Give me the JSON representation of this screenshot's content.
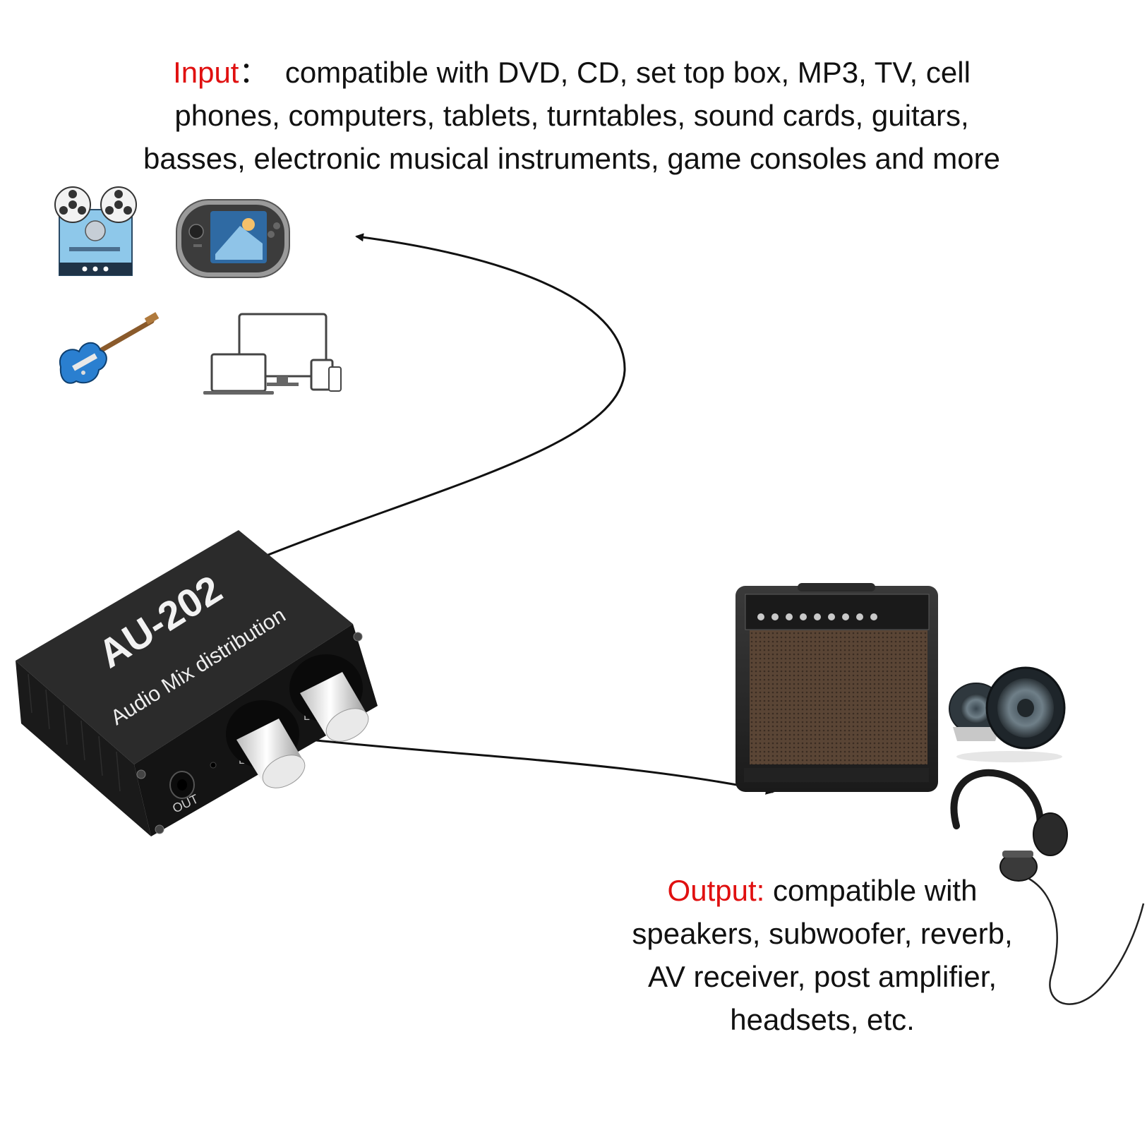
{
  "input": {
    "label": "Input",
    "separator": "：",
    "line1": "compatible with DVD, CD, set top box, MP3, TV, cell",
    "line2": "phones, computers, tablets, turntables, sound cards, guitars,",
    "line3": "basses, electronic musical instruments, game consoles and more"
  },
  "output": {
    "label": "Output:",
    "line1": "compatible with",
    "line2": "speakers, subwoofer, reverb,",
    "line3": "AV receiver, post amplifier,",
    "line4": "headsets, etc."
  },
  "device": {
    "model": "AU-202",
    "subtitle": "Audio Mix distribution",
    "jack_label": "OUT",
    "knob_left_label": "L",
    "knob_right_label": "L"
  },
  "icons": {
    "input": [
      "tape-recorder-icon",
      "handheld-game-console-icon",
      "electric-guitar-icon",
      "computer-devices-icon"
    ],
    "output": [
      "guitar-amplifier-icon",
      "speaker-drivers-icon",
      "headphones-icon"
    ]
  },
  "colors": {
    "label": "#e01010",
    "text": "#111111",
    "device_body": "#222222",
    "arrow": "#111111"
  }
}
